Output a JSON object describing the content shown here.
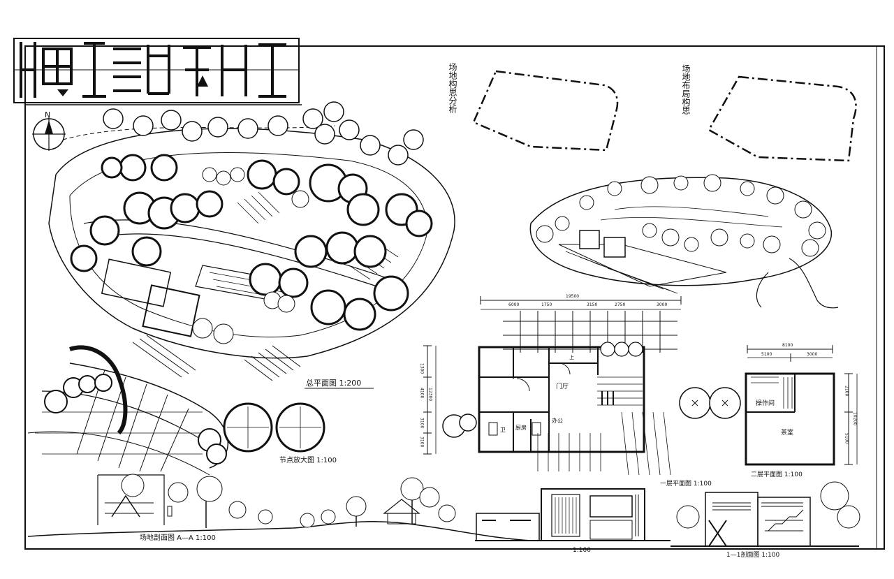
{
  "sheet": {
    "north_label": "N",
    "concept_left_label": "场地构思分析",
    "concept_right_label": "场地布局构思"
  },
  "master_plan": {
    "caption": "总平面图 1:200"
  },
  "detail_plan": {
    "caption": "节点放大图 1:100"
  },
  "building": {
    "dims_top": [
      "6000",
      "1750",
      "3150",
      "2750",
      "3000"
    ],
    "total_width": "19500",
    "rooms": {
      "lobby": "门厅",
      "office": "办公",
      "kitchen": "厨房",
      "toilet": "卫",
      "stairs_note": "上"
    },
    "dims_left": [
      "1300",
      "4100",
      "12300",
      "3100",
      "3100"
    ],
    "caption": "一层平面图 1:100"
  },
  "upper_floor": {
    "dims_top": [
      "8100",
      "5100",
      "3000"
    ],
    "rooms": {
      "operation": "操作间",
      "tea": "茶室"
    },
    "dims_right": [
      "2100",
      "10200",
      "5100"
    ],
    "caption": "二层平面图 1:100"
  },
  "sections": {
    "site_section_caption": "场地剖面图 A—A 1:100",
    "elevation_caption": "1:100",
    "section_right_caption": "1—1剖面图 1:100"
  },
  "colors": {
    "ink": "#111111",
    "paper": "#ffffff"
  }
}
